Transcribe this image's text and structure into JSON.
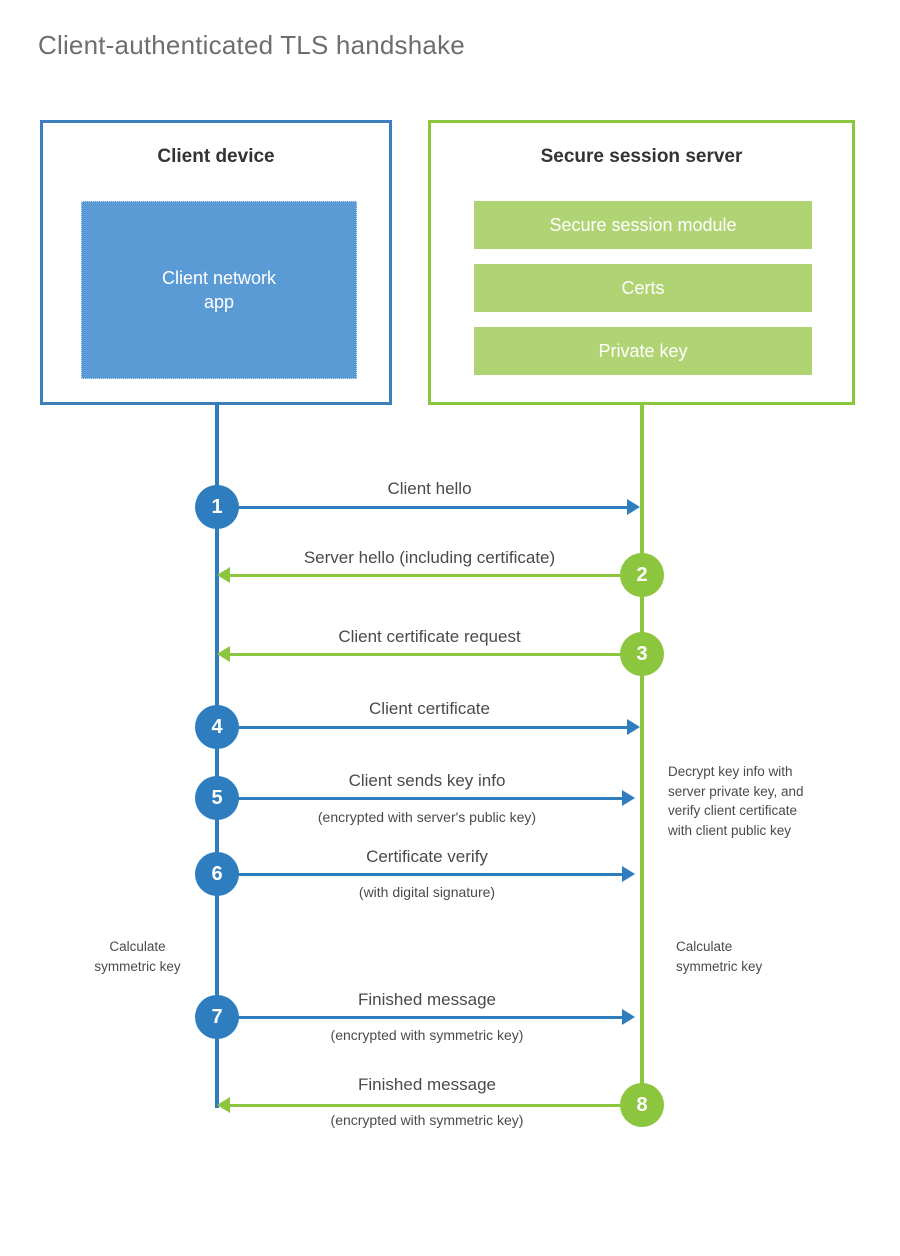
{
  "title": "Client-authenticated TLS handshake",
  "colors": {
    "client_blue": "#2e7ebf",
    "client_app_fill": "#5b9bd5",
    "server_green": "#8cc63e",
    "server_bar_fill": "#b0d474",
    "title_text": "#6e6e6e",
    "body_text": "#4a4a4a"
  },
  "client": {
    "box_title": "Client device",
    "app_label_line1": "Client network",
    "app_label_line2": "app"
  },
  "server": {
    "box_title": "Secure session server",
    "components": [
      "Secure session module",
      "Certs",
      "Private key"
    ]
  },
  "steps": [
    {
      "number": "1",
      "label": "Client hello",
      "sublabel": "",
      "direction": "right",
      "color": "blue"
    },
    {
      "number": "2",
      "label": "Server hello (including certificate)",
      "sublabel": "",
      "direction": "left",
      "color": "green"
    },
    {
      "number": "3",
      "label": "Client certificate request",
      "sublabel": "",
      "direction": "left",
      "color": "green"
    },
    {
      "number": "4",
      "label": "Client certificate",
      "sublabel": "",
      "direction": "right",
      "color": "blue"
    },
    {
      "number": "5",
      "label": "Client sends key info",
      "sublabel": "(encrypted with server's public key)",
      "direction": "right",
      "color": "blue"
    },
    {
      "number": "6",
      "label": "Certificate verify",
      "sublabel": "(with digital signature)",
      "direction": "right",
      "color": "blue"
    },
    {
      "number": "7",
      "label": "Finished message",
      "sublabel": "(encrypted with symmetric key)",
      "direction": "right",
      "color": "blue"
    },
    {
      "number": "8",
      "label": "Finished message",
      "sublabel": "(encrypted with symmetric key)",
      "direction": "left",
      "color": "green"
    }
  ],
  "notes": {
    "decrypt": {
      "line1": "Decrypt key info with",
      "line2": "server private key, and",
      "line3": "verify client certificate",
      "line4": "with client public key"
    },
    "calculate_client": {
      "line1": "Calculate",
      "line2": "symmetric key"
    },
    "calculate_server": {
      "line1": "Calculate",
      "line2": "symmetric key"
    }
  }
}
